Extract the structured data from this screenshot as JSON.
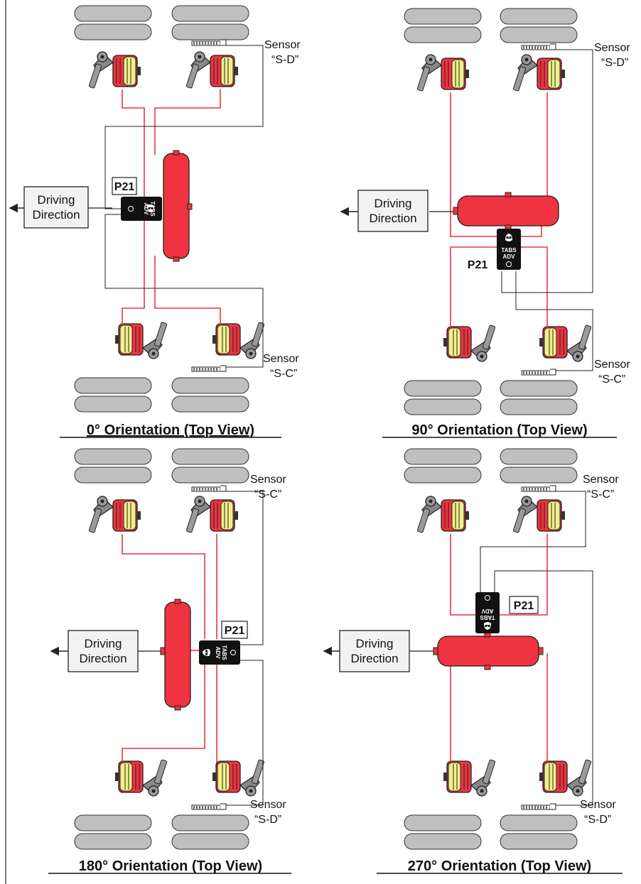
{
  "brand_label": "Bendix",
  "module": {
    "line1": "TABS",
    "line2": "ADV"
  },
  "colors": {
    "air_line": "#ef3340",
    "tank": "#ef3340",
    "chamber_red": "#ef3340",
    "chamber_yellow": "#f2f08a",
    "tire": "#bfbfbf",
    "wire": "#222222"
  },
  "panels": [
    {
      "caption": "0° Orientation (Top View)",
      "direction_line1": "Driving",
      "direction_line2": "Direction",
      "port_label": "P21",
      "sensor_top": {
        "line1": "Sensor",
        "line2": "“S-D”"
      },
      "sensor_bottom": {
        "line1": "Sensor",
        "line2": "“S-C”"
      }
    },
    {
      "caption": "90° Orientation (Top View)",
      "direction_line1": "Driving",
      "direction_line2": "Direction",
      "port_label": "P21",
      "sensor_top": {
        "line1": "Sensor",
        "line2": "“S-D”"
      },
      "sensor_bottom": {
        "line1": "Sensor",
        "line2": "“S-C”"
      }
    },
    {
      "caption": "180° Orientation (Top View)",
      "direction_line1": "Driving",
      "direction_line2": "Direction",
      "port_label": "P21",
      "sensor_top": {
        "line1": "Sensor",
        "line2": "“S-C”"
      },
      "sensor_bottom": {
        "line1": "Sensor",
        "line2": "“S-D”"
      }
    },
    {
      "caption": "270° Orientation (Top View)",
      "direction_line1": "Driving",
      "direction_line2": "Direction",
      "port_label": "P21",
      "sensor_top": {
        "line1": "Sensor",
        "line2": "“S-C”"
      },
      "sensor_bottom": {
        "line1": "Sensor",
        "line2": "“S-D”"
      }
    }
  ]
}
